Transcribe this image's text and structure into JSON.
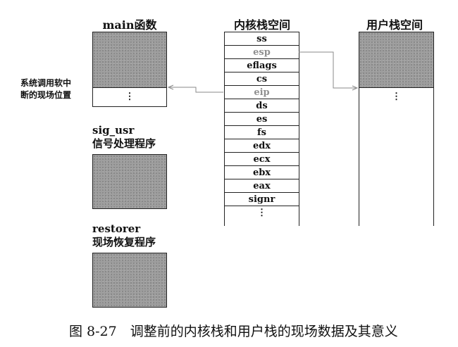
{
  "main_block": {
    "title": "main函数",
    "side_label_line1": "系统调用软中",
    "side_label_line2": "断的现场位置",
    "dots": "⋮"
  },
  "sig_usr_block": {
    "line1": "sig_usr",
    "line2": "信号处理程序"
  },
  "restorer_block": {
    "line1": "restorer",
    "line2": "现场恢复程序"
  },
  "kernel_stack": {
    "title": "内核栈空间",
    "cells": [
      {
        "label": "ss",
        "highlight": false
      },
      {
        "label": "esp",
        "highlight": true
      },
      {
        "label": "eflags",
        "highlight": false
      },
      {
        "label": "cs",
        "highlight": false
      },
      {
        "label": "eip",
        "highlight": true
      },
      {
        "label": "ds",
        "highlight": false
      },
      {
        "label": "es",
        "highlight": false
      },
      {
        "label": "fs",
        "highlight": false
      },
      {
        "label": "edx",
        "highlight": false
      },
      {
        "label": "ecx",
        "highlight": false
      },
      {
        "label": "ebx",
        "highlight": false
      },
      {
        "label": "eax",
        "highlight": false
      },
      {
        "label": "signr",
        "highlight": false
      }
    ],
    "dots": "⋮"
  },
  "user_stack": {
    "title": "用户栈空间",
    "dots": "⋮"
  },
  "caption": "图 8-27　调整前的内核栈和用户栈的现场数据及其意义",
  "colors": {
    "highlight_text": "#909090",
    "arrow": "#8a8a8a",
    "shade": "#9e9e9e"
  }
}
